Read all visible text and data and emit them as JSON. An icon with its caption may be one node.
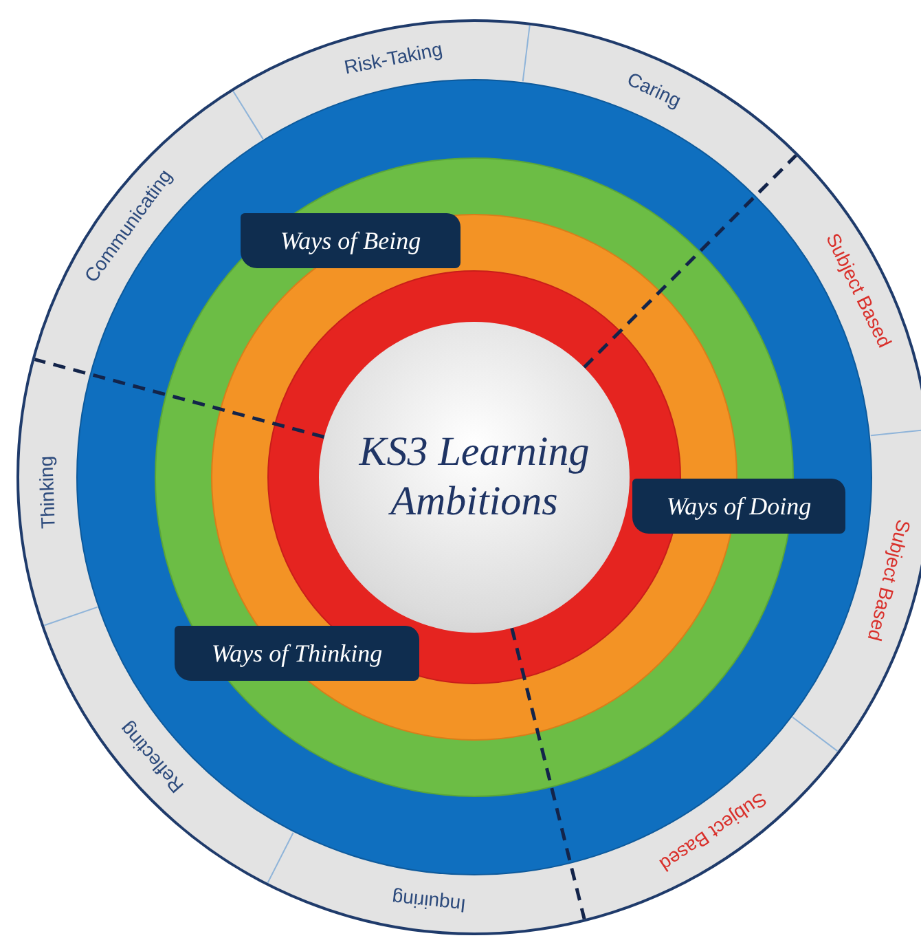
{
  "diagram": {
    "nodes": [
      {
        "text": [
          "KS3 Learning Ambitions"
        ]
      },
      {
        "text": [
          "Ways of Being"
        ]
      },
      {
        "text": [
          "Ways of Doing"
        ]
      },
      {
        "text": [
          "Ways of Thinking"
        ]
      }
    ],
    "labels": [
      "Risk-Taking",
      "Caring",
      "Subject Based",
      "Subject Based",
      "Subject Based",
      "Inquiring",
      "Reflecting",
      "Thinking",
      "Communicating"
    ]
  }
}
